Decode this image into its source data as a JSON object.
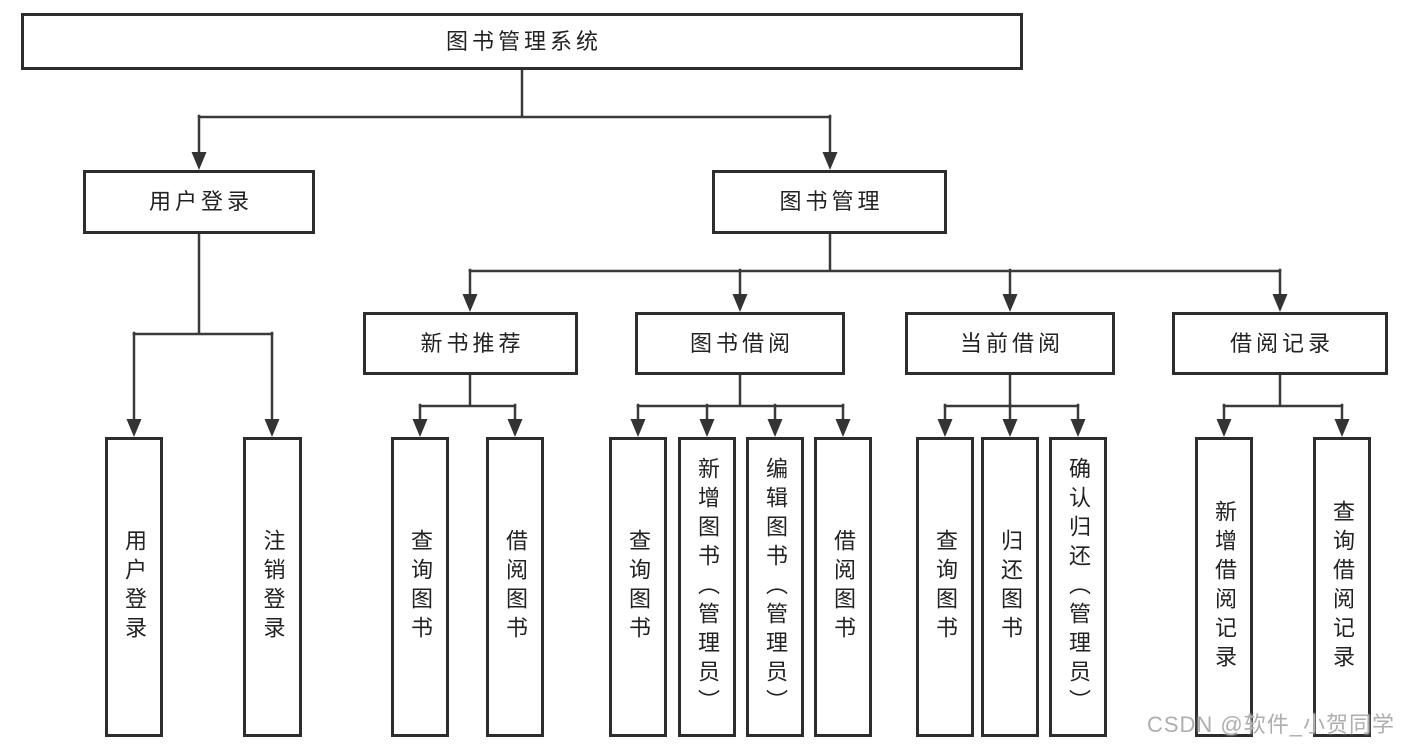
{
  "diagram": {
    "type": "tree",
    "hierarchy": {
      "root": "图书管理系统",
      "children": [
        {
          "label": "用户登录",
          "children": [
            "用户登录",
            "注销登录"
          ]
        },
        {
          "label": "图书管理",
          "children": [
            {
              "label": "新书推荐",
              "children": [
                "查询图书",
                "借阅图书"
              ]
            },
            {
              "label": "图书借阅",
              "children": [
                "查询图书",
                "新增图书（管理员）",
                "编辑图书（管理员）",
                "借阅图书"
              ]
            },
            {
              "label": "当前借阅",
              "children": [
                "查询图书",
                "归还图书",
                "确认归还（管理员）"
              ]
            },
            {
              "label": "借阅记录",
              "children": [
                "新增借阅记录",
                "查询借阅记录"
              ]
            }
          ]
        }
      ]
    }
  },
  "nodes": {
    "root": {
      "label": "图书管理系统"
    },
    "user_login_group": {
      "label": "用户登录"
    },
    "book_management": {
      "label": "图书管理"
    },
    "new_book_recommend": {
      "label": "新书推荐"
    },
    "book_borrowing": {
      "label": "图书借阅"
    },
    "current_borrowing": {
      "label": "当前借阅"
    },
    "borrowing_records": {
      "label": "借阅记录"
    },
    "leaf_user_login": {
      "label": "用户登录"
    },
    "leaf_logout": {
      "label": "注销登录"
    },
    "leaf_query_books_1": {
      "label": "查询图书"
    },
    "leaf_borrow_books_1": {
      "label": "借阅图书"
    },
    "leaf_query_books_2": {
      "label": "查询图书"
    },
    "leaf_add_book_admin": {
      "label": "新增图书（管理员）"
    },
    "leaf_edit_book_admin": {
      "label": "编辑图书（管理员）"
    },
    "leaf_borrow_books_2": {
      "label": "借阅图书"
    },
    "leaf_query_books_3": {
      "label": "查询图书"
    },
    "leaf_return_book": {
      "label": "归还图书"
    },
    "leaf_confirm_return_admin": {
      "label": "确认归还（管理员）"
    },
    "leaf_add_borrow_record": {
      "label": "新增借阅记录"
    },
    "leaf_query_borrow_record": {
      "label": "查询借阅记录"
    }
  },
  "watermark": {
    "text": "CSDN @软件_小贺同学"
  },
  "colors": {
    "background": "#ffffff",
    "box_border": "#2d2d2d",
    "connector_line": "#3a3a3a",
    "text": "#222222",
    "watermark_text": "#aeaeae"
  }
}
